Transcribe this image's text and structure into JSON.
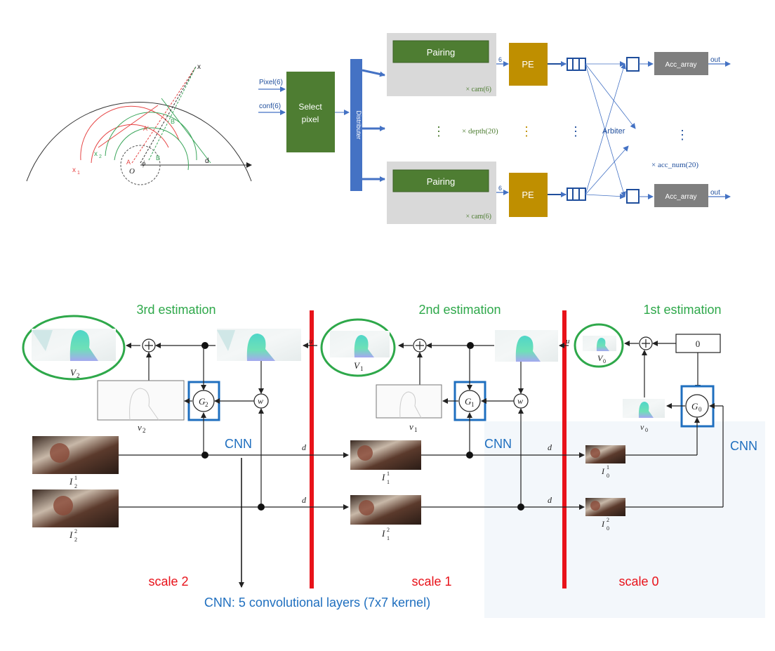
{
  "geometry_diagram": {
    "label_x": "x",
    "label_A": "A",
    "label_B": "B",
    "label_A_prime": "A'",
    "label_B_prime": "B'",
    "label_x1": "x",
    "label_x1_sub": "1",
    "label_x2": "x",
    "label_x2_sub": "2",
    "label_O": "O",
    "label_phi": "ϕ",
    "label_d": "d"
  },
  "hardware_diagram": {
    "input_pixel": "Pixel(6)",
    "input_conf": "conf(6)",
    "select_pixel_line1": "Select",
    "select_pixel_line2": "pixel",
    "distributer": "Distributer",
    "pairing_top": "Pairing",
    "pairing_bottom": "Pairing",
    "cam_top": "× cam(6)",
    "cam_bottom": "× cam(6)",
    "pe_top": "PE",
    "pe_bottom": "PE",
    "six_top": "6",
    "six_bottom": "6",
    "depth_label": "× depth(20)",
    "arbiter": "Arbiter",
    "acc_top": "Acc_array",
    "acc_bottom": "Acc_array",
    "out_top": "out",
    "out_bottom": "out",
    "acc_num": "× acc_num(20)"
  },
  "cnn_diagram": {
    "est3": "3rd estimation",
    "est2": "2nd estimation",
    "est1": "1st estimation",
    "zero_box": "0",
    "V2": "V",
    "V2_sub": "2",
    "V1": "V",
    "V1_sub": "1",
    "V0": "V",
    "V0_sub": "0",
    "v2": "v",
    "v2_sub": "2",
    "v1": "v",
    "v1_sub": "1",
    "v0": "v",
    "v0_sub": "0",
    "G2": "G",
    "G2_sub": "2",
    "G1": "G",
    "G1_sub": "1",
    "G0": "G",
    "G0_sub": "0",
    "w": "w",
    "u": "u",
    "d": "d",
    "cnn": "CNN",
    "I": "I",
    "scale2": "scale 2",
    "scale1": "scale 1",
    "scale0": "scale 0",
    "footer": "CNN: 5 convolutional layers (7x7 kernel)"
  },
  "colors": {
    "green_box": "#4e7d32",
    "pe_box": "#bf8f00",
    "distributer": "#4472c4",
    "acc_box": "#7f7f7f",
    "grey_panel": "#d9d9d9",
    "red_line": "#e8121a",
    "blue_box": "#1f6fbf",
    "green_text": "#2ea84a",
    "red_text": "#e8121a",
    "blue_text": "#1f6fbf"
  }
}
